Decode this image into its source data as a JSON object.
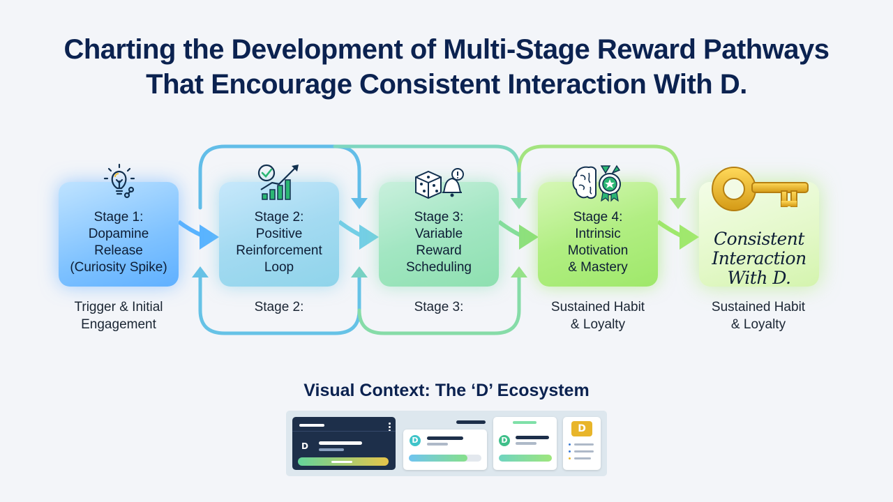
{
  "title": {
    "line1": "Charting the Development of Multi-Stage Reward Pathways",
    "line2": "That Encourage Consistent Interaction With D."
  },
  "stages": [
    {
      "label": "Stage 1:\nDopamine\nRelease\n(Curiosity Spike)",
      "caption": "Trigger & Initial\nEngagement",
      "icon": "lightbulb-icon"
    },
    {
      "label": "Stage 2:\nPositive\nReinforcement\nLoop",
      "caption": "Stage 2:",
      "icon": "growth-chart-icon"
    },
    {
      "label": "Stage 3:\nVariable\nReward\nScheduling",
      "caption": "Stage 3:",
      "icon": "dice-bell-icon"
    },
    {
      "label": "Stage 4:\nIntrinsic\nMotivation\n& Mastery",
      "caption": "Sustained Habit\n& Loyalty",
      "icon": "brain-badge-icon"
    }
  ],
  "outcome": {
    "label": "Consistent\nInteraction\nWith D.",
    "caption": "Sustained Habit\n& Loyalty",
    "icon": "golden-key-icon"
  },
  "context": {
    "title": "Visual Context: The ‘D’ Ecosystem",
    "logo_letter": "D"
  },
  "colors": {
    "title": "#0b2250",
    "stage1": "#6bb8ff",
    "stage2": "#93d6ee",
    "stage3": "#95e2b8",
    "stage4": "#a6ea74",
    "outcome": "#dcf6bc",
    "key_gold": "#e8b52a"
  }
}
